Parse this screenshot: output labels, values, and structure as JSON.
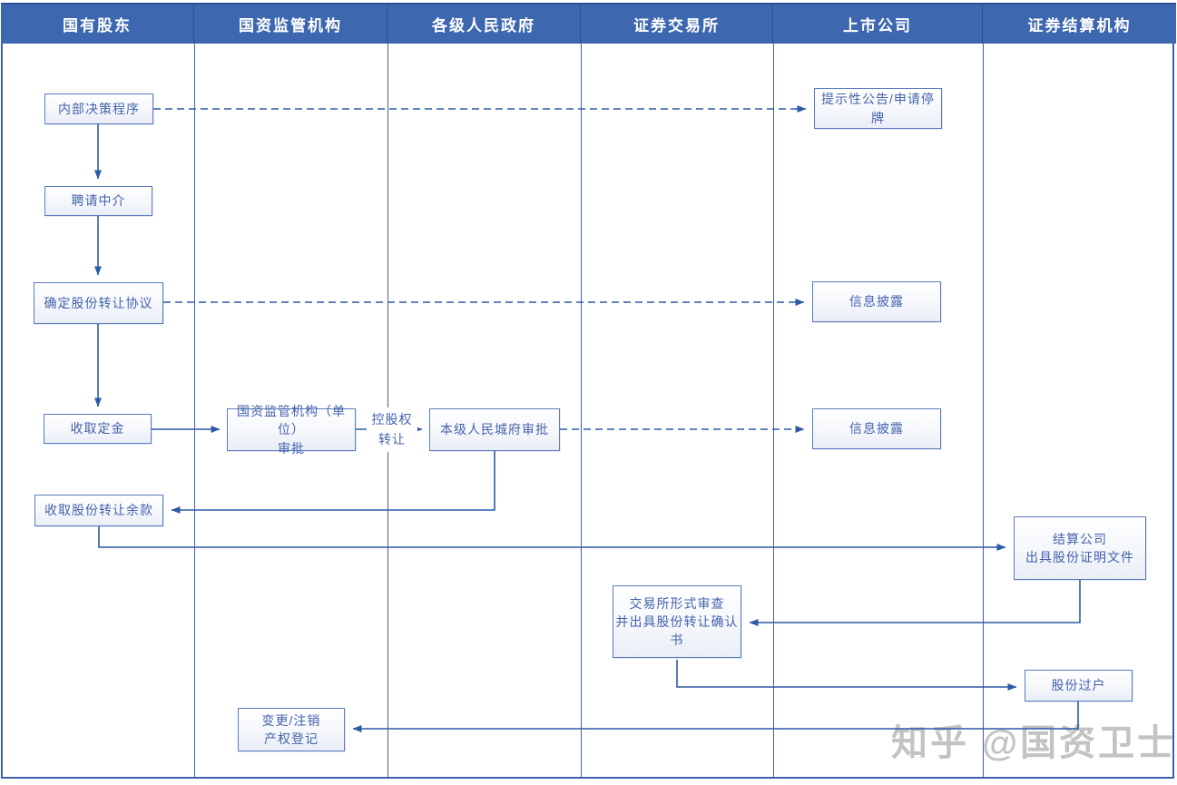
{
  "lanes": [
    "国有股东",
    "国资监管机构",
    "各级人民政府",
    "证券交易所",
    "上市公司",
    "证券结算机构"
  ],
  "nodes": {
    "internal_decision": "内部决策程序",
    "hire_intermediary": "聘请中介",
    "confirm_agreement": "确定股份转让协议",
    "collect_deposit": "收取定金",
    "sasac_approval": "国资监管机构（单位）\n审批",
    "gov_approval": "本级人民城府审批",
    "notice_suspension": "提示性公告/申请停牌",
    "info_disclosure_1": "信息披露",
    "info_disclosure_2": "信息披露",
    "collect_balance": "收取股份转让余款",
    "settlement_certificate": "结算公司\n出具股份证明文件",
    "exchange_review": "交易所形式审查\n并出具股份转让确认书",
    "share_transfer": "股份过户",
    "change_registration": "变更/注销\n产权登记"
  },
  "edge_labels": {
    "control_transfer": "控股权\n转让"
  },
  "watermark": "知乎 @国资卫士",
  "colors": {
    "header_blue": "#3d68b0",
    "line_blue": "#2d5aa6",
    "node_border": "#5b7cc0",
    "node_text": "#4463ad",
    "watermark_gray": "#c3c3c3"
  }
}
